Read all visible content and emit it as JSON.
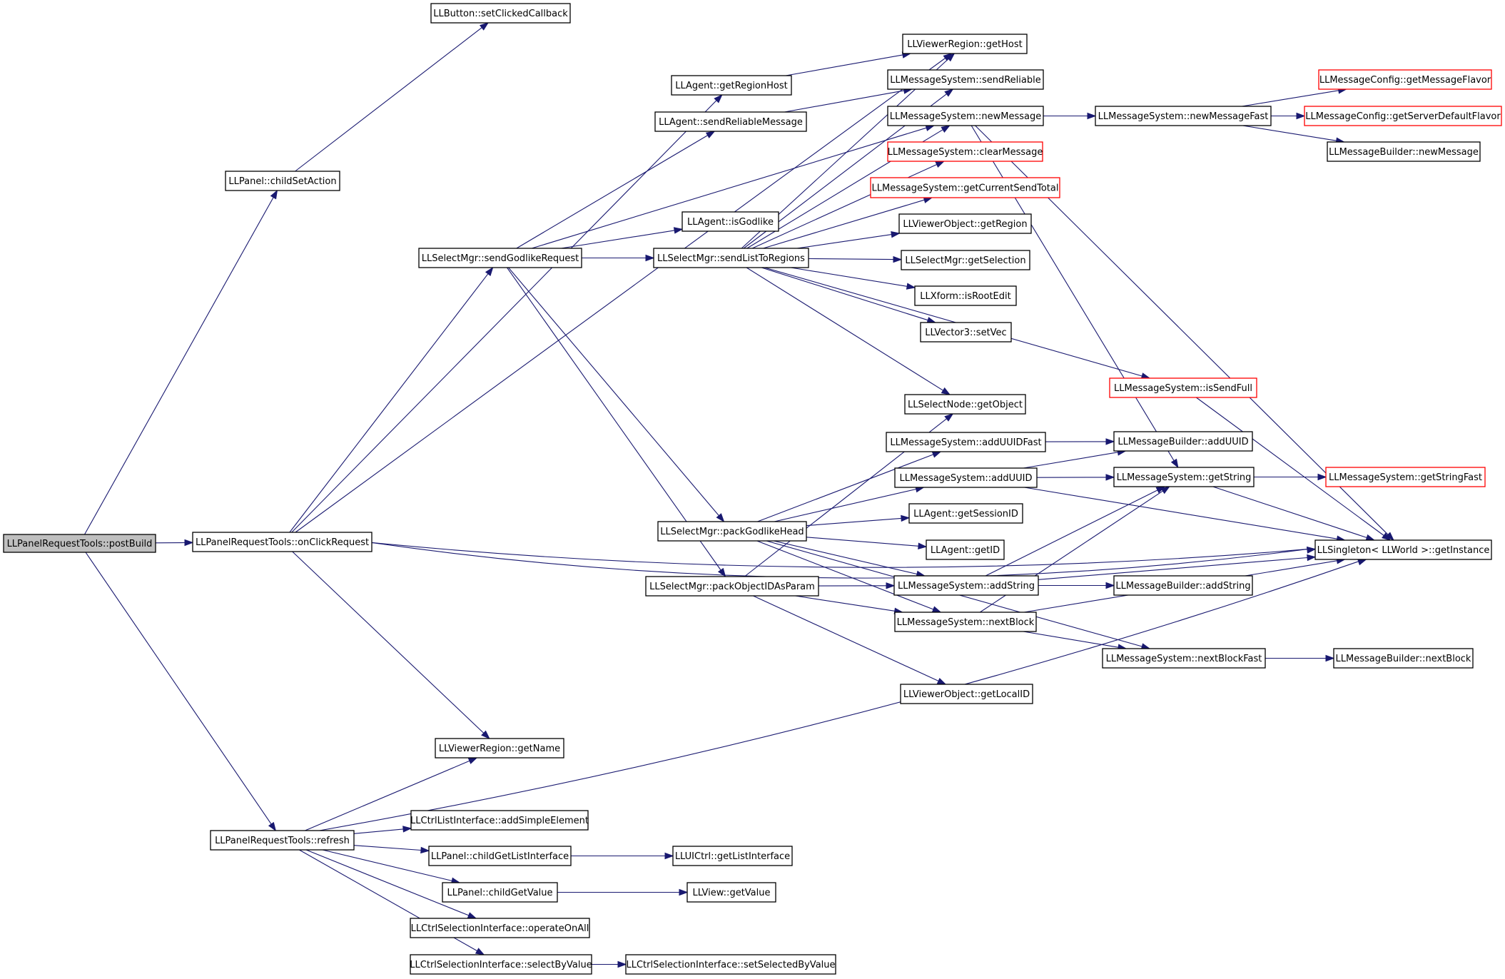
{
  "graph": {
    "title": "",
    "colors": {
      "edge": "#191970",
      "node_border": "#000000",
      "external_border": "#ff0000",
      "root_fill": "#bfbfbf"
    },
    "nodes": [
      {
        "id": "postBuild",
        "label": "LLPanelRequestTools::postBuild",
        "kind": "root"
      },
      {
        "id": "onClickRequest",
        "label": "LLPanelRequestTools::onClickRequest"
      },
      {
        "id": "childSetAction",
        "label": "LLPanel::childSetAction"
      },
      {
        "id": "refresh",
        "label": "LLPanelRequestTools::refresh"
      },
      {
        "id": "setClickedCallback",
        "label": "LLButton::setClickedCallback"
      },
      {
        "id": "getRegionHost",
        "label": "LLAgent::getRegionHost"
      },
      {
        "id": "sendReliableMessage",
        "label": "LLAgent::sendReliableMessage"
      },
      {
        "id": "isGodlike",
        "label": "LLAgent::isGodlike"
      },
      {
        "id": "sendGodlikeRequest",
        "label": "LLSelectMgr::sendGodlikeRequest"
      },
      {
        "id": "sendListToRegions",
        "label": "LLSelectMgr::sendListToRegions"
      },
      {
        "id": "packGodlikeHead",
        "label": "LLSelectMgr::packGodlikeHead"
      },
      {
        "id": "packObjectIDAsParam",
        "label": "LLSelectMgr::packObjectIDAsParam"
      },
      {
        "id": "getHost",
        "label": "LLViewerRegion::getHost"
      },
      {
        "id": "sendReliable",
        "label": "LLMessageSystem::sendReliable"
      },
      {
        "id": "newMessage",
        "label": "LLMessageSystem::newMessage"
      },
      {
        "id": "clearMessage",
        "label": "LLMessageSystem::clearMessage",
        "kind": "external"
      },
      {
        "id": "getCurrentSendTotal",
        "label": "LLMessageSystem::getCurrentSendTotal",
        "kind": "external"
      },
      {
        "id": "getRegion",
        "label": "LLViewerObject::getRegion"
      },
      {
        "id": "getSelection",
        "label": "LLSelectMgr::getSelection"
      },
      {
        "id": "isRootEdit",
        "label": "LLXform::isRootEdit"
      },
      {
        "id": "setVec",
        "label": "LLVector3::setVec"
      },
      {
        "id": "getObject",
        "label": "LLSelectNode::getObject"
      },
      {
        "id": "addUUIDFast",
        "label": "LLMessageSystem::addUUIDFast"
      },
      {
        "id": "addUUID",
        "label": "LLMessageSystem::addUUID"
      },
      {
        "id": "getSessionID",
        "label": "LLAgent::getSessionID"
      },
      {
        "id": "getID",
        "label": "LLAgent::getID"
      },
      {
        "id": "addString",
        "label": "LLMessageSystem::addString"
      },
      {
        "id": "nextBlock",
        "label": "LLMessageSystem::nextBlock"
      },
      {
        "id": "getLocalID",
        "label": "LLViewerObject::getLocalID"
      },
      {
        "id": "newMessageFast",
        "label": "LLMessageSystem::newMessageFast"
      },
      {
        "id": "isSendFull",
        "label": "LLMessageSystem::isSendFull",
        "kind": "external"
      },
      {
        "id": "builderAddUUID",
        "label": "LLMessageBuilder::addUUID"
      },
      {
        "id": "getString",
        "label": "LLMessageSystem::getString"
      },
      {
        "id": "builderAddString",
        "label": "LLMessageBuilder::addString"
      },
      {
        "id": "nextBlockFast",
        "label": "LLMessageSystem::nextBlockFast"
      },
      {
        "id": "getMessageFlavor",
        "label": "LLMessageConfig::getMessageFlavor",
        "kind": "external"
      },
      {
        "id": "getServerDefaultFlavor",
        "label": "LLMessageConfig::getServerDefaultFlavor",
        "kind": "external"
      },
      {
        "id": "builderNewMessage",
        "label": "LLMessageBuilder::newMessage"
      },
      {
        "id": "getStringFast",
        "label": "LLMessageSystem::getStringFast",
        "kind": "external"
      },
      {
        "id": "getInstance",
        "label": "LLSingleton< LLWorld >::getInstance"
      },
      {
        "id": "builderNextBlock",
        "label": "LLMessageBuilder::nextBlock"
      },
      {
        "id": "getName",
        "label": "LLViewerRegion::getName"
      },
      {
        "id": "addSimpleElement",
        "label": "LLCtrlListInterface::addSimpleElement"
      },
      {
        "id": "childGetListInterface",
        "label": "LLPanel::childGetListInterface"
      },
      {
        "id": "childGetValue",
        "label": "LLPanel::childGetValue"
      },
      {
        "id": "operateOnAll",
        "label": "LLCtrlSelectionInterface::operateOnAll"
      },
      {
        "id": "selectByValue",
        "label": "LLCtrlSelectionInterface::selectByValue"
      },
      {
        "id": "getListInterface",
        "label": "LLUICtrl::getListInterface"
      },
      {
        "id": "getValue",
        "label": "LLView::getValue"
      },
      {
        "id": "setSelectedByValue",
        "label": "LLCtrlSelectionInterface::setSelectedByValue"
      }
    ],
    "edges": [
      [
        "postBuild",
        "childSetAction"
      ],
      [
        "postBuild",
        "onClickRequest"
      ],
      [
        "postBuild",
        "refresh"
      ],
      [
        "childSetAction",
        "setClickedCallback"
      ],
      [
        "onClickRequest",
        "getHost"
      ],
      [
        "onClickRequest",
        "getRegionHost"
      ],
      [
        "onClickRequest",
        "sendGodlikeRequest"
      ],
      [
        "onClickRequest",
        "getName"
      ],
      [
        "onClickRequest",
        "getInstance"
      ],
      [
        "onClickRequest",
        "getInstance"
      ],
      [
        "getRegionHost",
        "getHost"
      ],
      [
        "sendReliableMessage",
        "sendReliable"
      ],
      [
        "sendGodlikeRequest",
        "sendReliableMessage"
      ],
      [
        "sendGodlikeRequest",
        "newMessage"
      ],
      [
        "sendGodlikeRequest",
        "isGodlike"
      ],
      [
        "sendGodlikeRequest",
        "sendListToRegions"
      ],
      [
        "sendGodlikeRequest",
        "packGodlikeHead"
      ],
      [
        "sendGodlikeRequest",
        "packObjectIDAsParam"
      ],
      [
        "sendListToRegions",
        "getHost"
      ],
      [
        "sendListToRegions",
        "sendReliable"
      ],
      [
        "sendListToRegions",
        "newMessage"
      ],
      [
        "sendListToRegions",
        "clearMessage"
      ],
      [
        "sendListToRegions",
        "getCurrentSendTotal"
      ],
      [
        "sendListToRegions",
        "getRegion"
      ],
      [
        "sendListToRegions",
        "getSelection"
      ],
      [
        "sendListToRegions",
        "isRootEdit"
      ],
      [
        "sendListToRegions",
        "setVec"
      ],
      [
        "sendListToRegions",
        "getObject"
      ],
      [
        "sendListToRegions",
        "isSendFull"
      ],
      [
        "newMessage",
        "newMessageFast"
      ],
      [
        "newMessage",
        "getString"
      ],
      [
        "newMessage",
        "getInstance"
      ],
      [
        "newMessageFast",
        "getMessageFlavor"
      ],
      [
        "newMessageFast",
        "getServerDefaultFlavor"
      ],
      [
        "newMessageFast",
        "builderNewMessage"
      ],
      [
        "isSendFull",
        "getInstance"
      ],
      [
        "packGodlikeHead",
        "addUUIDFast"
      ],
      [
        "packGodlikeHead",
        "addUUID"
      ],
      [
        "packGodlikeHead",
        "getSessionID"
      ],
      [
        "packGodlikeHead",
        "getID"
      ],
      [
        "packGodlikeHead",
        "addString"
      ],
      [
        "packGodlikeHead",
        "nextBlock"
      ],
      [
        "packGodlikeHead",
        "nextBlockFast"
      ],
      [
        "packObjectIDAsParam",
        "getObject"
      ],
      [
        "packObjectIDAsParam",
        "addString"
      ],
      [
        "packObjectIDAsParam",
        "nextBlock"
      ],
      [
        "packObjectIDAsParam",
        "getLocalID"
      ],
      [
        "addUUIDFast",
        "builderAddUUID"
      ],
      [
        "addUUID",
        "builderAddUUID"
      ],
      [
        "addUUID",
        "getString"
      ],
      [
        "addUUID",
        "getInstance"
      ],
      [
        "addString",
        "getString"
      ],
      [
        "addString",
        "builderAddString"
      ],
      [
        "addString",
        "getInstance"
      ],
      [
        "nextBlock",
        "getString"
      ],
      [
        "nextBlock",
        "nextBlockFast"
      ],
      [
        "nextBlock",
        "getInstance"
      ],
      [
        "getString",
        "getStringFast"
      ],
      [
        "getString",
        "getInstance"
      ],
      [
        "nextBlockFast",
        "builderNextBlock"
      ],
      [
        "refresh",
        "getName"
      ],
      [
        "refresh",
        "getInstance"
      ],
      [
        "refresh",
        "addSimpleElement"
      ],
      [
        "refresh",
        "childGetListInterface"
      ],
      [
        "refresh",
        "childGetValue"
      ],
      [
        "refresh",
        "operateOnAll"
      ],
      [
        "refresh",
        "selectByValue"
      ],
      [
        "childGetListInterface",
        "getListInterface"
      ],
      [
        "childGetValue",
        "getValue"
      ],
      [
        "selectByValue",
        "setSelectedByValue"
      ]
    ]
  }
}
